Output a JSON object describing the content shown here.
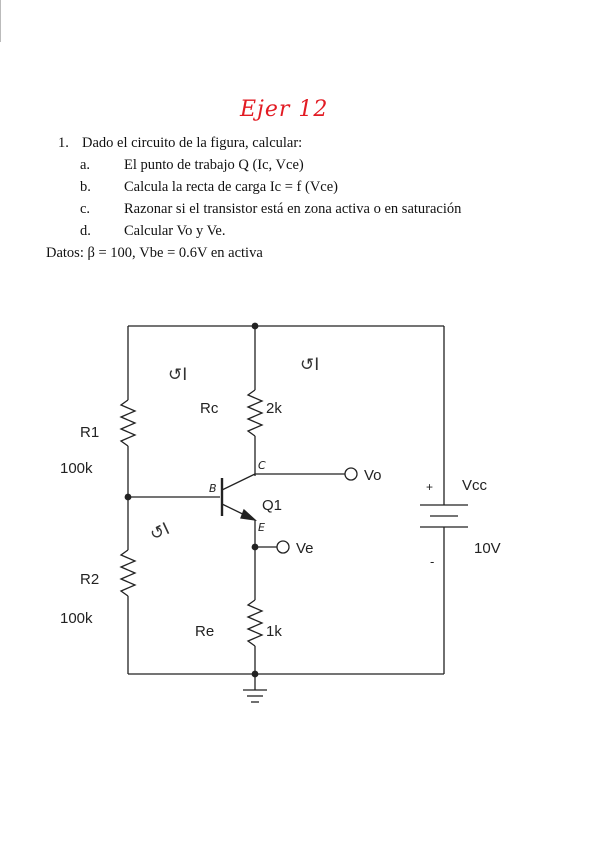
{
  "handwritten_title": "Ejer 12",
  "problem": {
    "number": "1.",
    "statement": "Dado el circuito de la figura, calcular:",
    "items": [
      {
        "letter": "a.",
        "text": "El punto de trabajo Q (Ic, Vce)"
      },
      {
        "letter": "b.",
        "text": "Calcula la recta de carga Ic = f (Vce)"
      },
      {
        "letter": "c.",
        "text": "Razonar si el transistor está en zona activa o en saturación"
      },
      {
        "letter": "d.",
        "text": "Calcular Vo y Ve."
      }
    ]
  },
  "datos": "Datos: β = 100, Vbe = 0.6V en activa",
  "circuit": {
    "r1_name": "R1",
    "r1_value": "100k",
    "r2_name": "R2",
    "r2_value": "100k",
    "rc_name": "Rc",
    "rc_value": "2k",
    "re_name": "Re",
    "re_value": "1k",
    "q_name": "Q1",
    "vo_label": "Vo",
    "ve_label": "Ve",
    "vcc_label": "Vcc",
    "vcc_value": "10V",
    "plus_sign": "+",
    "minus_sign": "-",
    "hand_notes": {
      "current_left": "↺I",
      "current_right": "↺I",
      "current_base": "↺I",
      "collector": "C",
      "base": "B",
      "emitter": "E"
    }
  }
}
